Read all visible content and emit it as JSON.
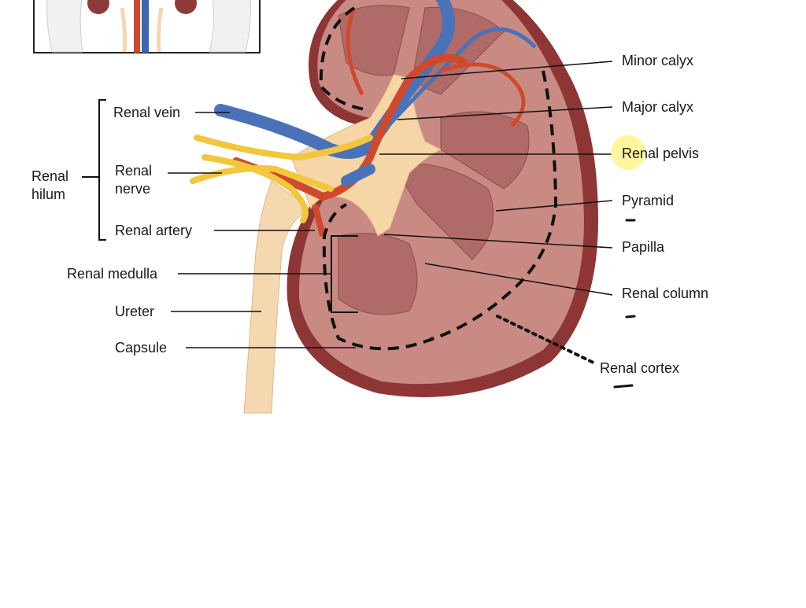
{
  "labels": {
    "minor_calyx": "Minor calyx",
    "major_calyx": "Major calyx",
    "renal_pelvis": "Renal pelvis",
    "pyramid": "Pyramid",
    "papilla": "Papilla",
    "renal_column": "Renal column",
    "renal_cortex": "Renal cortex",
    "renal_vein": "Renal vein",
    "renal_nerve": "Renal nerve",
    "renal_artery": "Renal artery",
    "renal_hilum": "Renal hilum",
    "renal_medulla": "Renal medulla",
    "ureter": "Ureter",
    "capsule": "Capsule"
  },
  "colors": {
    "kidney_outer": "#8e3535",
    "kidney_cortex": "#c98a84",
    "medulla_pyramid": "#b06a68",
    "pelvis": "#f6d6a6",
    "vein": "#4a72b8",
    "artery": "#cf4a2c",
    "nerve": "#f2c63d",
    "ureter": "#f3d8b0",
    "annotation_dash": "#111111",
    "cursor_highlight": "#fff58c"
  }
}
